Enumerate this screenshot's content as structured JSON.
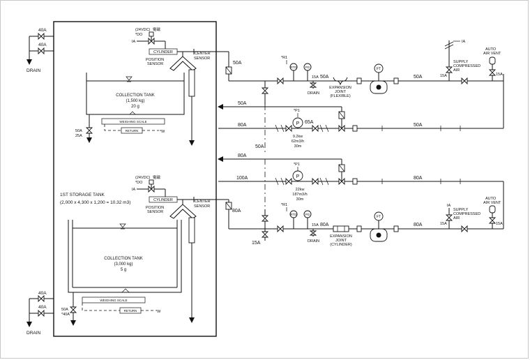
{
  "tanks": {
    "storage_tank_title": "1ST STORAGE TANK",
    "storage_tank_dims": "(2,000 x 4,300 x 1,200 = 10.32 m3)",
    "upper": {
      "name": "COLLECTION TANK",
      "capacity": "(1,500 kg)",
      "cond": "20 g",
      "weighing_scale": "WEIGHING SCALE",
      "return_box": "RETURN",
      "drain_valve": "50A",
      "drain_size": "25A",
      "w_label": "*W"
    },
    "lower": {
      "name": "COLLECTION TANK",
      "capacity": "(3,000 kg)",
      "cond": "5 g",
      "weighing_scale": "WEIGHING SCALE",
      "return_box": "RETURN",
      "drain_valve": "50A",
      "drain_size": "*40A",
      "w_label": "*W"
    }
  },
  "actuators": {
    "upper": {
      "voltage": "(24VDC)",
      "voltage_tag": "電磁",
      "do_tag": "*DO",
      "ia": "IA",
      "cylinder": "CYLINDER",
      "position_sensor_1": "POSITION",
      "position_sensor_2": "SENSOR",
      "center_sensor_1": "CENTER",
      "center_sensor_2": "SENSOR"
    },
    "lower": {
      "voltage": "(24VDC)",
      "voltage_tag": "電磁",
      "do_tag": "*DO",
      "ia": "IA",
      "cylinder": "CYLINDER",
      "position_sensor_1": "POSITION",
      "position_sensor_2": "SENSOR",
      "center_sensor_1": "CENTER",
      "center_sensor_2": "SENSOR"
    }
  },
  "drains": {
    "top_valve_1": "40A",
    "top_valve_2": "40A",
    "top_label": "DRAIN",
    "bottom_valve_1": "40A",
    "bottom_valve_2": "40A",
    "bottom_label": "DRAIN"
  },
  "upper_circuit": {
    "riser_size": "50A",
    "return_size": "50A",
    "pump_line_size": "80A",
    "rtd_tag": "*R1",
    "rtd": "RTD",
    "pg": "PG",
    "pg_size": "15A",
    "drain": "DRAIN",
    "pipe_size_1": "50A",
    "expansion_1": "EXPANSION",
    "expansion_2": "JOINT",
    "expansion_3": "(FLEXIBLE)",
    "ft": "FT",
    "pipe_size_2": "50A",
    "pump_tag": "*P1",
    "pump": "P",
    "pump_size": "65A",
    "pump_spec_1": "9.2kw",
    "pump_spec_2": "62m3/h",
    "pump_spec_3": "30m",
    "pump_out_size": "50A",
    "air_supply_ia": "IA",
    "air_supply_1": "SUPPLY",
    "air_supply_2": "COMPRESSED",
    "air_supply_3": "AIR",
    "air_supply_size": "15A",
    "vent_1": "AUTO",
    "vent_2": "AIR VENT",
    "vent_size": "15A",
    "vertical_size": "50A"
  },
  "lower_circuit": {
    "return_size": "80A",
    "pump_line_size": "100A",
    "pump_tag": "*P1",
    "pump": "P",
    "pump_spec_1": "22kw",
    "pump_spec_2": "187m3/h",
    "pump_spec_3": "30m",
    "pump_out_size": "80A",
    "riser_size": "80A",
    "rtd_tag": "*R1",
    "rtd": "RTD",
    "pg": "PG",
    "pg_size": "15A",
    "drain": "DRAIN",
    "pipe_size_1": "80A",
    "expansion_1": "EXPANSION",
    "expansion_2": "JOINT",
    "expansion_3": "(CYLINDER)",
    "ft": "FT",
    "pipe_size_2": "80A",
    "air_supply_ia": "IA",
    "air_supply_1": "SUPPLY",
    "air_supply_2": "COMPRESSED",
    "air_supply_3": "AIR",
    "air_supply_size": "15A",
    "vent_1": "AUTO",
    "vent_2": "AIR VENT",
    "vent_size": "15A",
    "bottom_valve_size": "15A"
  }
}
